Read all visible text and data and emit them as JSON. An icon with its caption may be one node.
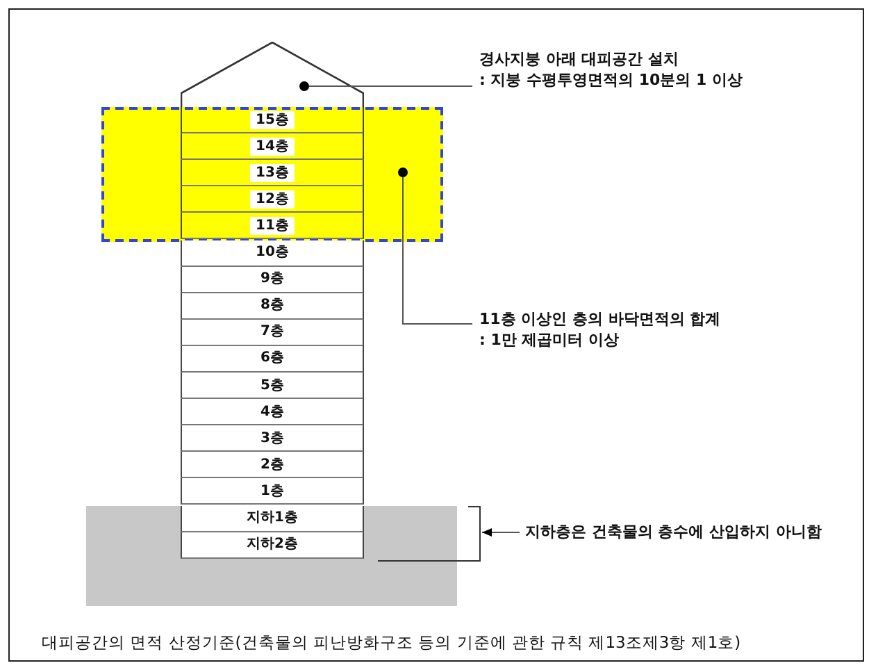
{
  "diagram": {
    "caption": "대피공간의 면적 산정기준(건축물의 피난방화구조 등의 기준에 관한 규칙 제13조제3항 제1호)",
    "nodes": [
      {
        "text": [],
        "shape": "triangle"
      },
      {
        "text": [
          "경사지붕 아래 대피공간 설치",
          ": 지붕 수평투영면적의 10분의 1 이상"
        ]
      },
      {
        "text": [],
        "shape": "box"
      },
      {
        "text": [
          "15층"
        ],
        "in": 2
      },
      {
        "text": [
          "14층"
        ],
        "in": 2
      },
      {
        "text": [
          "13층"
        ],
        "in": 2
      },
      {
        "text": [
          "12층"
        ],
        "in": 2
      },
      {
        "text": [
          "11층"
        ],
        "in": 2
      },
      {
        "text": [
          "10층"
        ]
      },
      {
        "text": [
          "9층"
        ]
      },
      {
        "text": [
          "8층"
        ]
      },
      {
        "text": [
          "7층"
        ]
      },
      {
        "text": [
          "6층"
        ]
      },
      {
        "text": [
          "5층"
        ]
      },
      {
        "text": [
          "4층"
        ]
      },
      {
        "text": [
          "3층"
        ]
      },
      {
        "text": [
          "2층"
        ]
      },
      {
        "text": [
          "1층"
        ]
      },
      {
        "text": [
          "지하1층"
        ]
      },
      {
        "text": [
          "지하2층"
        ]
      },
      {
        "text": [
          "11층 이상인 층의 바닥면적의 합계",
          ": 1만 제곱미터 이상"
        ]
      },
      {
        "text": [
          "지하층은 건축물의 층수에 산입하지 아니함"
        ]
      },
      {
        "text": [],
        "shape": "bracket"
      }
    ],
    "edges": [
      {
        "from": 1,
        "to": 0,
        "arrow": "other"
      },
      {
        "from": 20,
        "to": 2,
        "arrow": "other"
      },
      {
        "from": 21,
        "to": 22,
        "arrow": "to"
      }
    ]
  }
}
